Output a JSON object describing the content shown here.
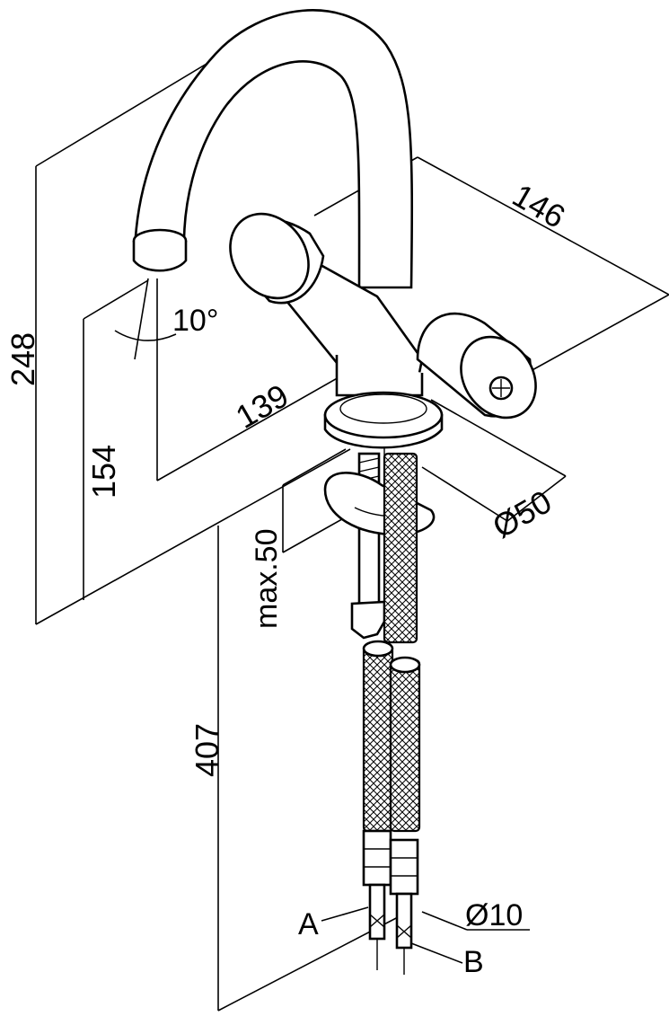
{
  "drawing": {
    "dimensions": {
      "height_total": "248",
      "spout_outlet_height": "154",
      "spout_reach": "139",
      "handle_span": "146",
      "base_diameter": "Ø50",
      "deck_thickness": "max.50",
      "hose_length": "407",
      "spout_angle": "10°",
      "hose_diameter": "Ø10"
    },
    "connections": {
      "a": "A",
      "b": "B"
    }
  }
}
